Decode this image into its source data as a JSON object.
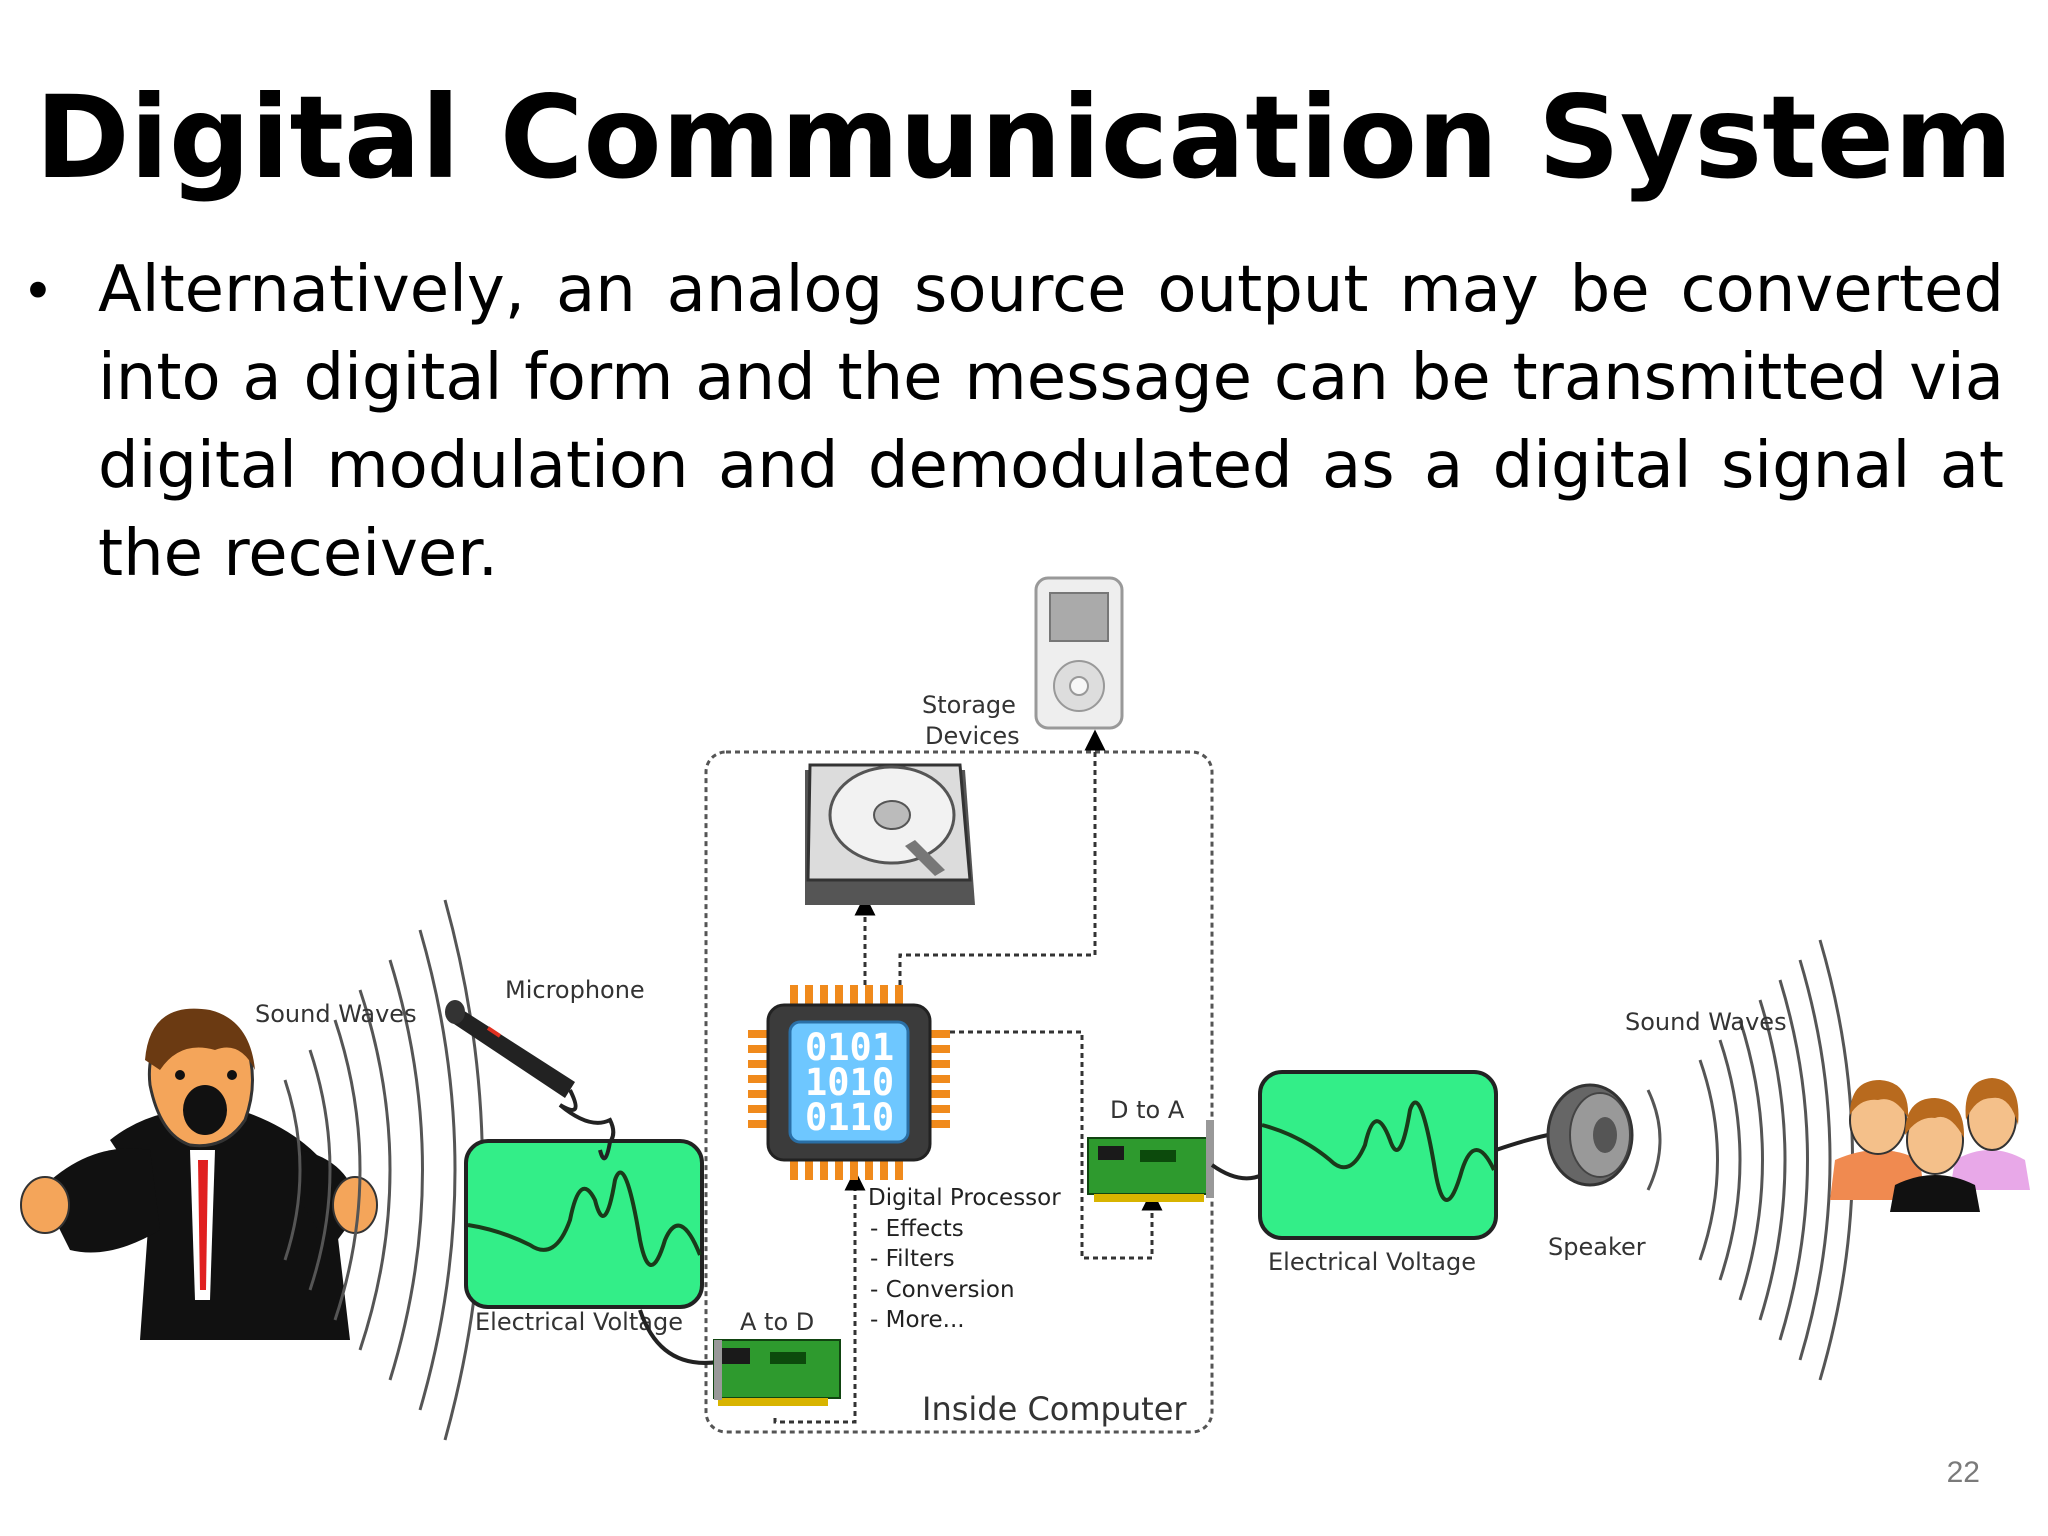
{
  "slide": {
    "title": "Digital Communication System",
    "bullet": "Alternatively, an analog source output may be converted into a digital form and the message can be transmitted via digital modulation and demodulated as a digital signal at the receiver.",
    "page_number": "22"
  },
  "diagram": {
    "labels": {
      "sound_waves_left": "Sound Waves",
      "microphone": "Microphone",
      "electrical_voltage_left": "Electrical Voltage",
      "a_to_d": "A to D",
      "storage_line1": "Storage",
      "storage_line2": "Devices",
      "digital_processor": "Digital Processor",
      "dp_items": [
        "- Effects",
        "- Filters",
        "- Conversion",
        "- More..."
      ],
      "d_to_a": "D to A",
      "inside_computer": "Inside Computer",
      "electrical_voltage_right": "Electrical Voltage",
      "speaker": "Speaker",
      "sound_waves_right": "Sound Waves"
    },
    "chip_bits": [
      "0101",
      "1010",
      "0110"
    ],
    "colors": {
      "scope_green": "#33ee88",
      "chip_blue": "#6ec7ff",
      "pin_orange": "#f08a1c",
      "board_green": "#2e9a2e"
    }
  }
}
